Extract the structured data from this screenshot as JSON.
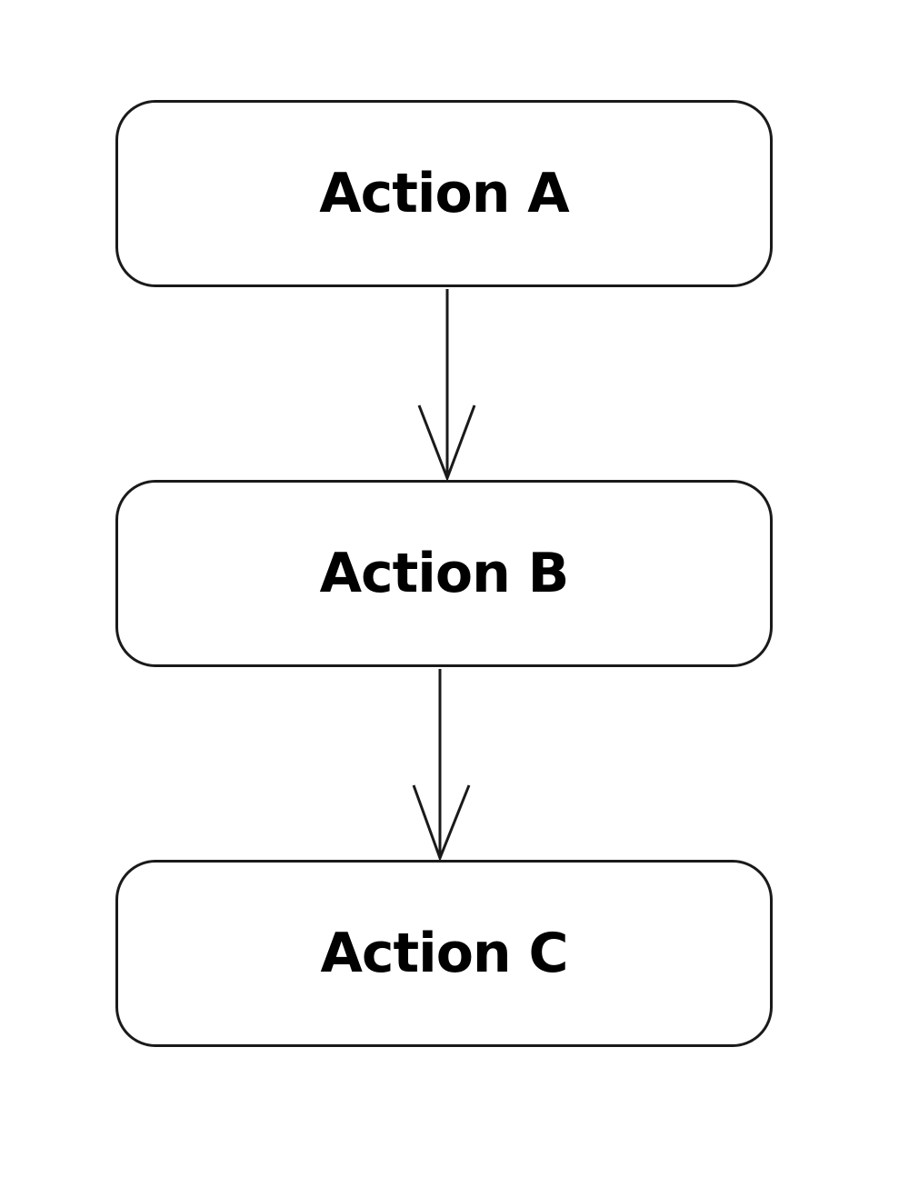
{
  "diagram": {
    "nodes": [
      {
        "id": "a",
        "label": "Action A"
      },
      {
        "id": "b",
        "label": "Action B"
      },
      {
        "id": "c",
        "label": "Action C"
      }
    ],
    "edges": [
      {
        "from": "a",
        "to": "b"
      },
      {
        "from": "b",
        "to": "c"
      }
    ],
    "colors": {
      "stroke": "#1a1a1a",
      "text": "#000000",
      "background": "#ffffff"
    }
  }
}
